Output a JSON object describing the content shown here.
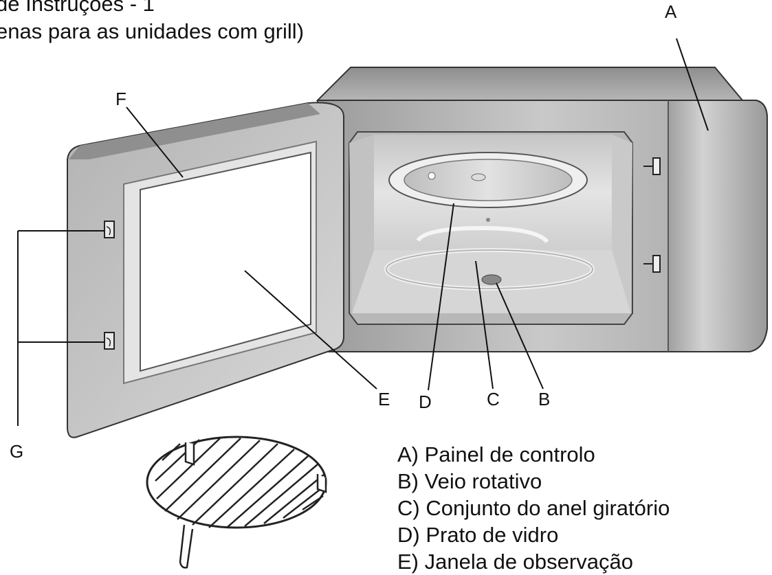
{
  "caption": {
    "line1": "de Instruções - 1",
    "line2": "enas para as unidades com grill)"
  },
  "callouts": {
    "A": "A",
    "B": "B",
    "C": "C",
    "D": "D",
    "E": "E",
    "F": "F",
    "G": "G"
  },
  "legend": {
    "items": [
      "A) Painel de controlo",
      "B) Veio rotativo",
      "C) Conjunto do anel giratório",
      "D) Prato de vidro",
      "E) Janela de observação"
    ]
  }
}
